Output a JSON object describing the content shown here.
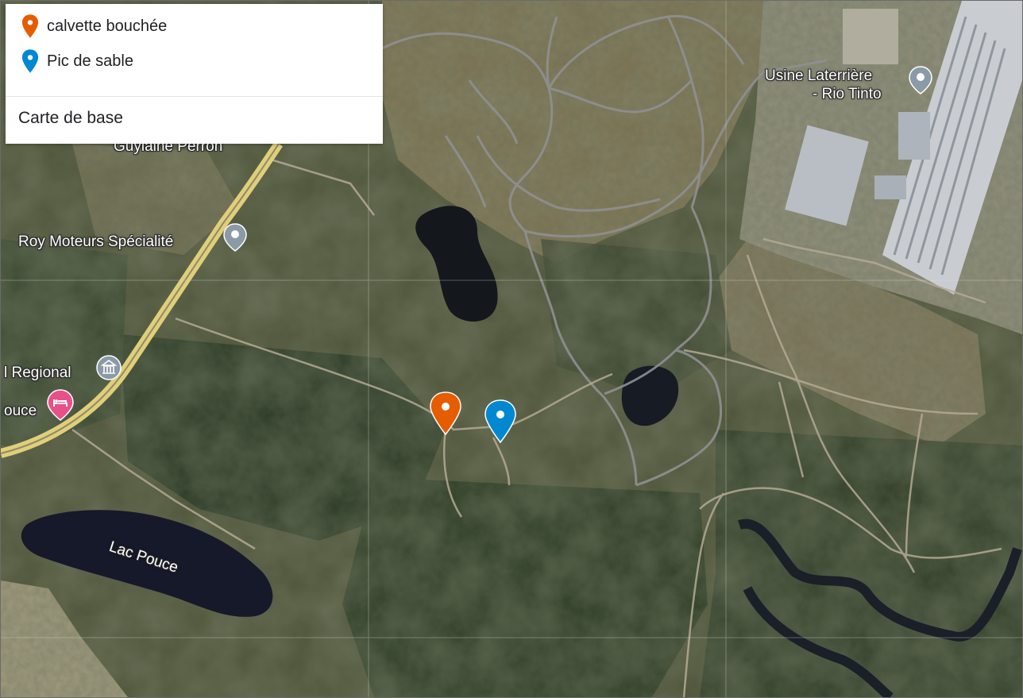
{
  "legend": {
    "items": [
      {
        "label": "calvette bouchée",
        "color": "#e65c00"
      },
      {
        "label": "Pic de sable",
        "color": "#0288d1"
      }
    ],
    "basemap_label": "Carte de base"
  },
  "map": {
    "labels": {
      "usine_line1": "Usine Laterrière",
      "usine_line2": "- Rio Tinto",
      "guylaine": "Guylaine Perron",
      "roy": "Roy Moteurs Spécialité",
      "regional": "l Regional",
      "pouce": "ouce",
      "lac": "Lac Pouce"
    },
    "markers": [
      {
        "name": "calvette bouchée",
        "color": "#e65c00"
      },
      {
        "name": "Pic de sable",
        "color": "#0288d1"
      }
    ],
    "poi_icon_color": "#8a9aa6",
    "lodging_icon_color": "#e8508a"
  }
}
